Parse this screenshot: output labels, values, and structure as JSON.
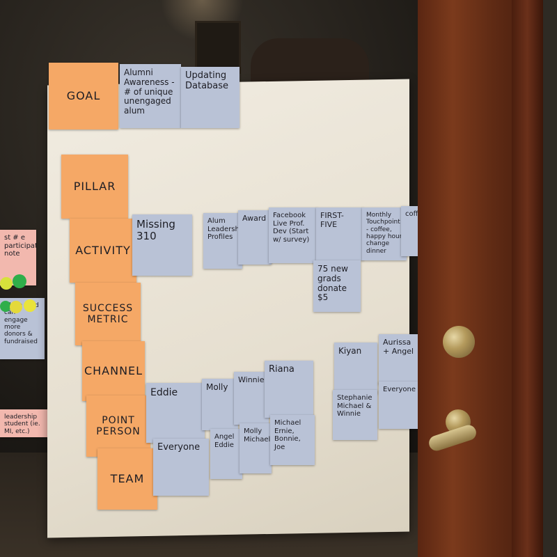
{
  "categories": {
    "goal": "GOAL",
    "pillar": "PILLAR",
    "activity": "ACTIVITY",
    "success_metric": "SUCCESS METRIC",
    "channel": "CHANNEL",
    "point_person": "POINT PERSON",
    "team": "TEAM"
  },
  "goal_notes": [
    "Alumni Awareness - # of unique unengaged alum",
    "Updating Database"
  ],
  "activity_notes": [
    "Missing 310",
    "Alum Leadership Profiles",
    "Award",
    "Facebook Live Prof. Dev (Start w/ survey)",
    "FIRST-FIVE",
    "Monthly Touchpoint - coffee, happy hour change dinner",
    "coffee"
  ],
  "metric_notes": [
    "75 new grads donate $5"
  ],
  "channel_notes": [
    "Kiyan",
    "Aurissa + Angel"
  ],
  "point_person_notes": [
    "Eddie",
    "Molly",
    "Winnie",
    "Riana",
    "Stephanie Michael & Winnie",
    "Everyone"
  ],
  "team_notes": [
    "Everyone",
    "Angel Eddie",
    "Molly Michael",
    "Michael Ernie, Bonnie, Joe"
  ],
  "side_notes": [
    "st # e participation note",
    "which grad can engage more donors & fundraised",
    "leadership student (ie. MI, etc.)"
  ],
  "colors": {
    "orange": "#f5a866",
    "blue": "#b9c2d6",
    "paper": "#efe9dd",
    "door": "#6b2f17"
  }
}
